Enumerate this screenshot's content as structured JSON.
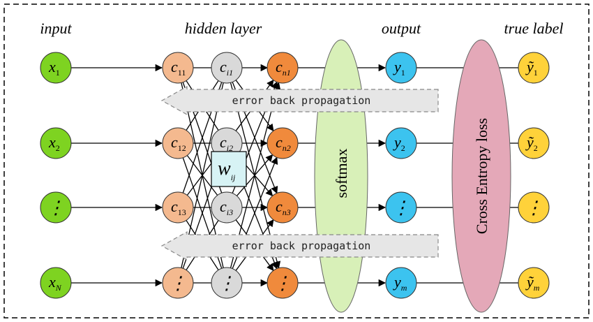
{
  "headers": {
    "input": "input",
    "hidden": "hidden layer",
    "output": "output",
    "true_label": "true label"
  },
  "input_nodes": [
    {
      "base": "x",
      "sub": "1"
    },
    {
      "base": "x",
      "sub": "2"
    },
    {
      "base": "⋮",
      "sub": ""
    },
    {
      "base": "x",
      "sub": "N"
    }
  ],
  "hidden_first": [
    {
      "base": "c",
      "sub": "11"
    },
    {
      "base": "c",
      "sub": "12"
    },
    {
      "base": "c",
      "sub": "13"
    },
    {
      "base": "⋮",
      "sub": ""
    }
  ],
  "hidden_middle": [
    {
      "base": "c",
      "sub": "i1"
    },
    {
      "base": "c",
      "sub": "i2"
    },
    {
      "base": "c",
      "sub": "i3"
    },
    {
      "base": "⋮",
      "sub": ""
    }
  ],
  "hidden_last": [
    {
      "base": "c",
      "sub": "n1"
    },
    {
      "base": "c",
      "sub": "n2"
    },
    {
      "base": "c",
      "sub": "n3"
    },
    {
      "base": "⋮",
      "sub": ""
    }
  ],
  "output_nodes": [
    {
      "base": "y",
      "sub": "1"
    },
    {
      "base": "y",
      "sub": "2"
    },
    {
      "base": "⋮",
      "sub": ""
    },
    {
      "base": "y",
      "sub": "m"
    }
  ],
  "label_nodes": [
    {
      "base": "ỹ",
      "sub": "1"
    },
    {
      "base": "ỹ",
      "sub": "2"
    },
    {
      "base": "⋮",
      "sub": ""
    },
    {
      "base": "ỹ",
      "sub": "m"
    }
  ],
  "weight_box": {
    "base": "w",
    "sub": "ij"
  },
  "softmax_label": "softmax",
  "loss_label": "Cross Entropy loss",
  "backprop_label": "error back propagation",
  "colors": {
    "input": "#7ed321",
    "hidden_first": "#f4b98f",
    "hidden_middle": "#d9d9d9",
    "hidden_last": "#f08a3c",
    "output": "#3cc3ef",
    "label": "#ffd23a",
    "softmax": "#d8f0b8",
    "loss": "#e4a8b8",
    "weight_box": "#d7f3f5",
    "backprop_arrow": "#e6e6e6"
  }
}
